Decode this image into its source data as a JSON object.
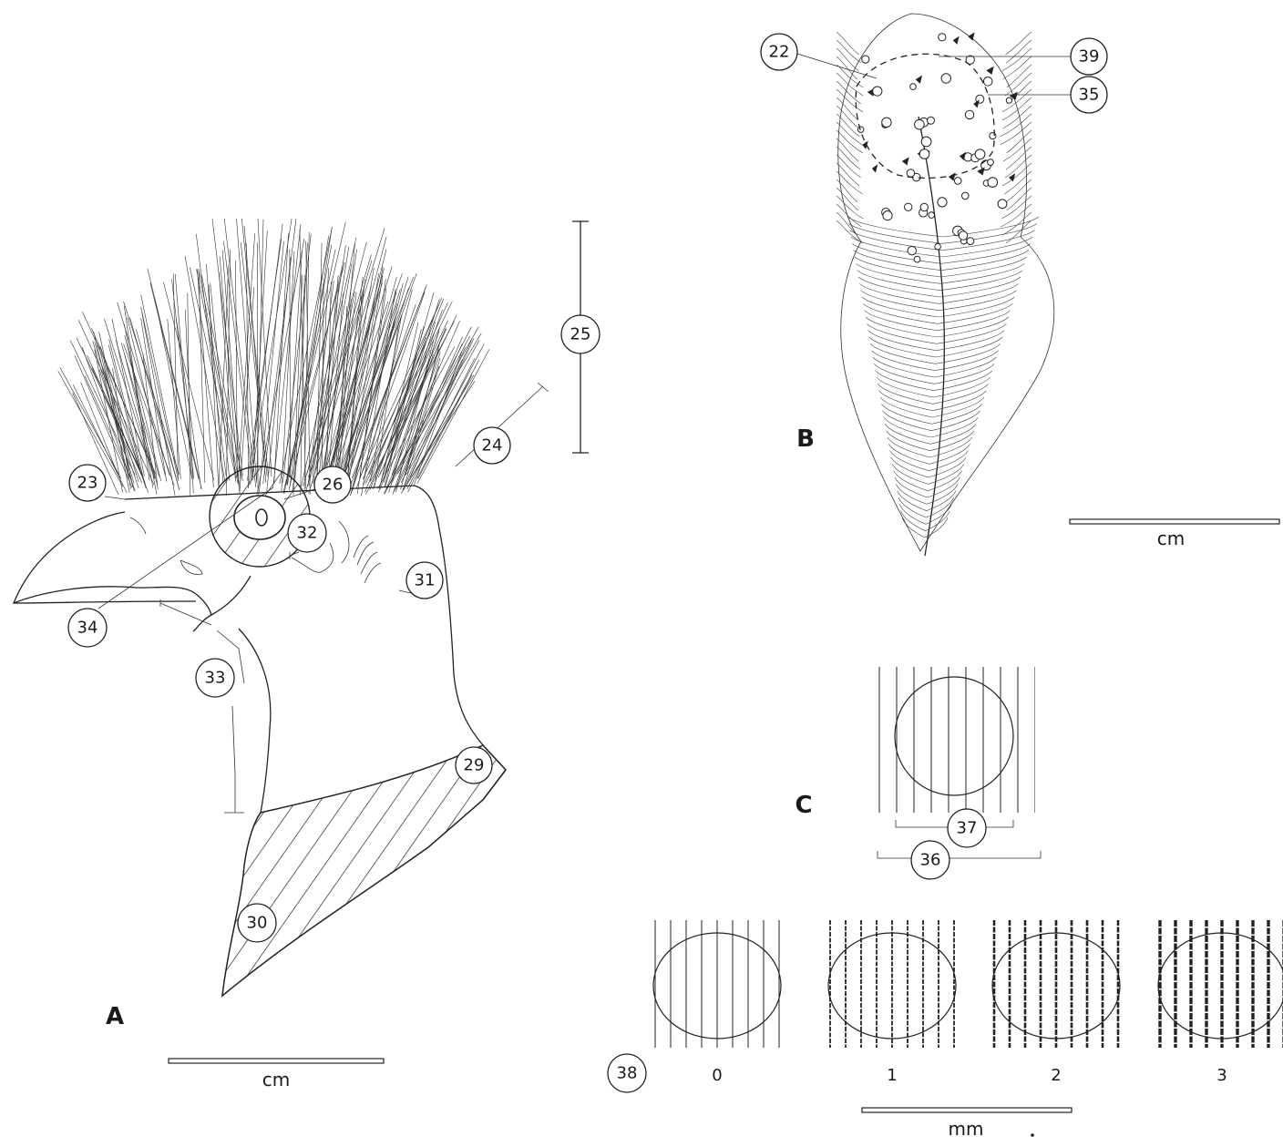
{
  "panels": {
    "a": "A",
    "b": "B",
    "c": "C"
  },
  "units": {
    "a": "cm",
    "b": "cm",
    "c": "mm"
  },
  "callouts": {
    "c22": "22",
    "c23": "23",
    "c24": "24",
    "c25": "25",
    "c26": "26",
    "c29": "29",
    "c30": "30",
    "c31": "31",
    "c32": "32",
    "c33": "33",
    "c34": "34",
    "c35": "35",
    "c36": "36",
    "c37": "37",
    "c38": "38",
    "c39": "39"
  },
  "grades": [
    "0",
    "1",
    "2",
    "3"
  ]
}
